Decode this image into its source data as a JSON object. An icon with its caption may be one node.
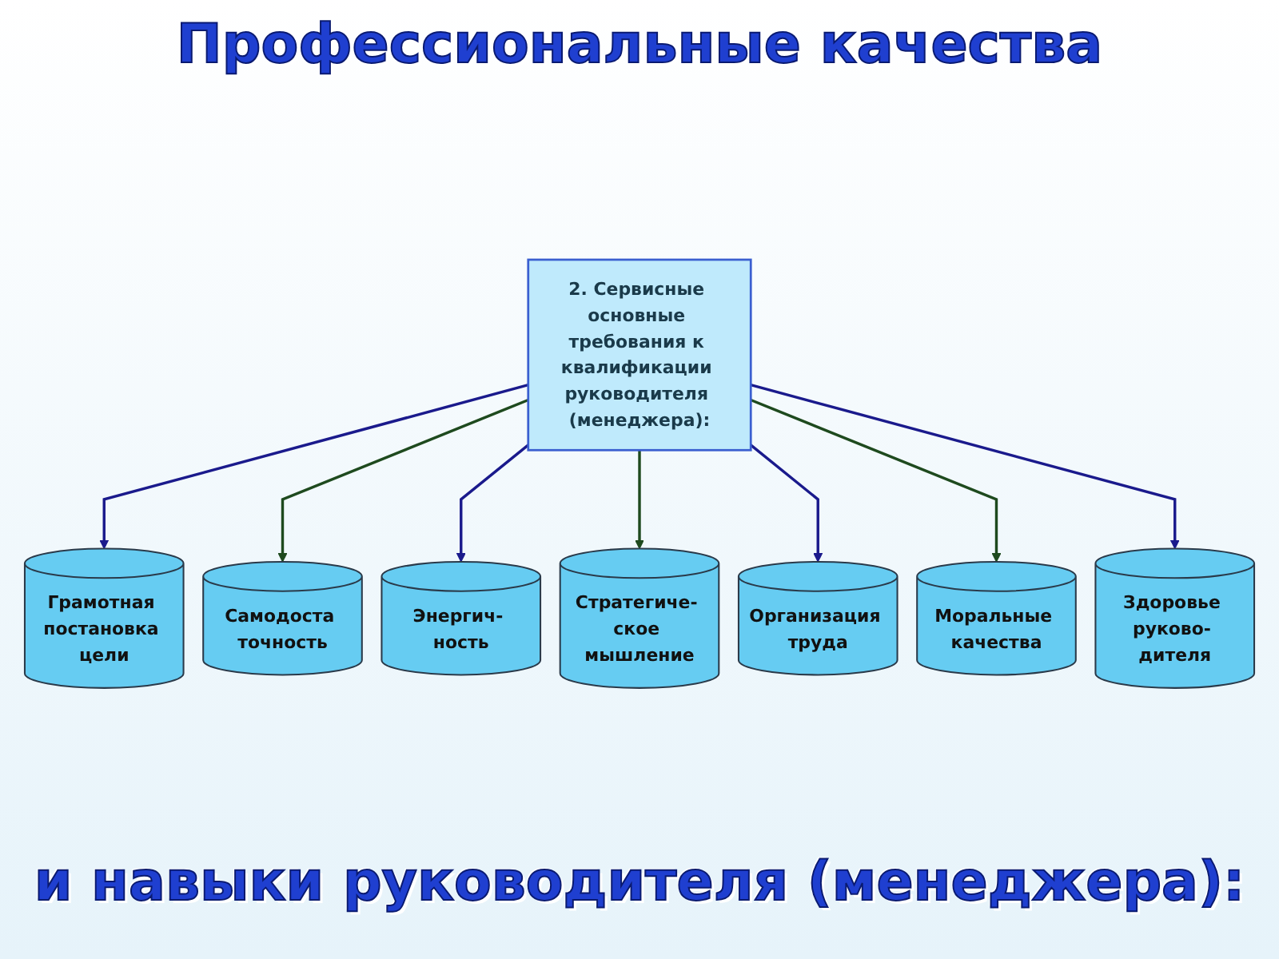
{
  "diagram": {
    "title": "Профессиональные качества",
    "caption": "и навыки руководителя (менеджера):",
    "nodes": [
      {
        "text": [
          "2. Сервисные основные требования к квалификации руководителя (менеджера):"
        ]
      },
      {
        "text": [
          "Грамотная постановка цели"
        ]
      },
      {
        "text": [
          "Самодоста точность"
        ]
      },
      {
        "text": [
          "Энергич- ность"
        ]
      },
      {
        "text": [
          "Стратегиче- ское мышление"
        ]
      },
      {
        "text": [
          "Организация труда"
        ]
      },
      {
        "text": [
          "Моральные качества"
        ]
      },
      {
        "text": [
          "Здоровье руково- дителя"
        ]
      }
    ],
    "edges": [
      {
        "from": 0,
        "to": 1,
        "arrow": "to"
      },
      {
        "from": 0,
        "to": 2,
        "arrow": "to",
        "color": "#1e4a1e"
      },
      {
        "from": 0,
        "to": 3,
        "arrow": "to"
      },
      {
        "from": 0,
        "to": 4,
        "arrow": "to",
        "color": "#1e4a1e"
      },
      {
        "from": 0,
        "to": 5,
        "arrow": "to"
      },
      {
        "from": 0,
        "to": 6,
        "arrow": "to",
        "color": "#1e4a1e"
      },
      {
        "from": 0,
        "to": 7,
        "arrow": "to"
      }
    ]
  }
}
